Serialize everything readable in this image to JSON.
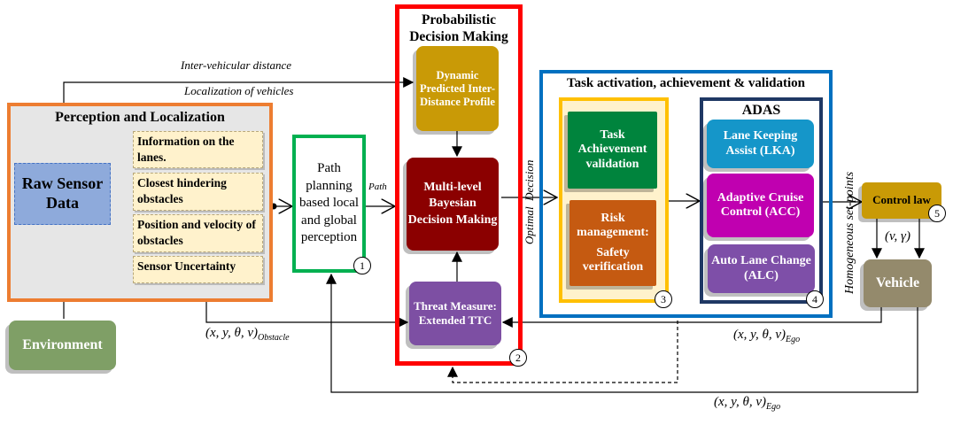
{
  "perception": {
    "title": "Perception and Localization",
    "raw": "Raw Sensor Data",
    "items": [
      "Information on the lanes.",
      "Closest hindering obstacles",
      "Position and velocity of obstacles",
      "Sensor Uncertainty"
    ]
  },
  "environment": "Environment",
  "path_planning": {
    "label": "Path planning based local and global perception",
    "num": "1",
    "output": "Path"
  },
  "links": {
    "inter_vehicular": "Inter-vehicular distance",
    "localization": "Localization of vehicles",
    "obstacle_state": "(x, y, θ, v)",
    "obstacle_sub": "Obstacle",
    "ego_state": "(x, y, θ, v)",
    "ego_sub": "Ego",
    "optimal": "Optimal  Decision",
    "setpoints": "Homogeneous set-points",
    "vgamma": "(v, γ)"
  },
  "decision": {
    "title": "Probabilistic Decision Making",
    "dynamic": "Dynamic Predicted Inter-Distance Profile",
    "bayes": "Multi-level Bayesian Decision Making",
    "threat": "Threat Measure: Extended TTC",
    "num": "2"
  },
  "task": {
    "title": "Task activation, achievement & validation",
    "achievement": "Task Achievement validation",
    "risk1": "Risk management:",
    "risk2": "Safety verification",
    "num": "3"
  },
  "adas": {
    "title": "ADAS",
    "lka": "Lane Keeping Assist (LKA)",
    "acc": "Adaptive Cruise Control (ACC)",
    "alc": "Auto Lane Change (ALC)",
    "num": "4"
  },
  "control": {
    "label": "Control law",
    "num": "5"
  },
  "vehicle": "Vehicle"
}
